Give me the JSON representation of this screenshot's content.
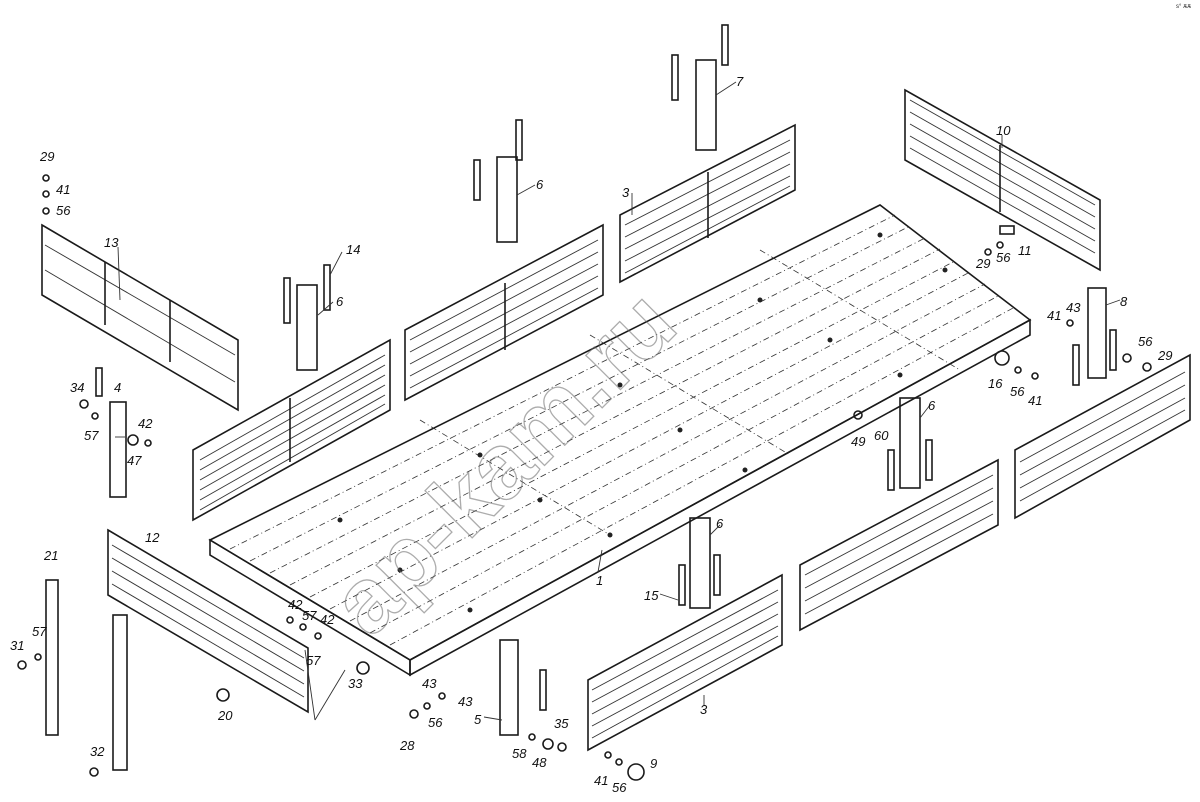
{
  "watermark": "ap-kam.ru",
  "corner_mark": "s° ѫѫ",
  "callouts": [
    {
      "id": "lbl-29a",
      "text": "29"
    },
    {
      "id": "lbl-41a",
      "text": "41"
    },
    {
      "id": "lbl-56a",
      "text": "56"
    },
    {
      "id": "lbl-13",
      "text": "13"
    },
    {
      "id": "lbl-14",
      "text": "14"
    },
    {
      "id": "lbl-6a",
      "text": "6"
    },
    {
      "id": "lbl-6b",
      "text": "6"
    },
    {
      "id": "lbl-7",
      "text": "7"
    },
    {
      "id": "lbl-3a",
      "text": "3"
    },
    {
      "id": "lbl-10",
      "text": "10"
    },
    {
      "id": "lbl-11",
      "text": "11"
    },
    {
      "id": "lbl-29b",
      "text": "29"
    },
    {
      "id": "lbl-56b",
      "text": "56"
    },
    {
      "id": "lbl-8",
      "text": "8"
    },
    {
      "id": "lbl-43a",
      "text": "43"
    },
    {
      "id": "lbl-41b",
      "text": "41"
    },
    {
      "id": "lbl-56c",
      "text": "56"
    },
    {
      "id": "lbl-29c",
      "text": "29"
    },
    {
      "id": "lbl-16",
      "text": "16"
    },
    {
      "id": "lbl-56d",
      "text": "56"
    },
    {
      "id": "lbl-41c",
      "text": "41"
    },
    {
      "id": "lbl-49",
      "text": "49"
    },
    {
      "id": "lbl-60",
      "text": "60"
    },
    {
      "id": "lbl-6c",
      "text": "6"
    },
    {
      "id": "lbl-34",
      "text": "34"
    },
    {
      "id": "lbl-4",
      "text": "4"
    },
    {
      "id": "lbl-57a",
      "text": "57"
    },
    {
      "id": "lbl-42a",
      "text": "42"
    },
    {
      "id": "lbl-47",
      "text": "47"
    },
    {
      "id": "lbl-12",
      "text": "12"
    },
    {
      "id": "lbl-21",
      "text": "21"
    },
    {
      "id": "lbl-1",
      "text": "1"
    },
    {
      "id": "lbl-6d",
      "text": "6"
    },
    {
      "id": "lbl-15",
      "text": "15"
    },
    {
      "id": "lbl-57b",
      "text": "57"
    },
    {
      "id": "lbl-31",
      "text": "31"
    },
    {
      "id": "lbl-42b",
      "text": "42"
    },
    {
      "id": "lbl-57c",
      "text": "57"
    },
    {
      "id": "lbl-42c",
      "text": "42"
    },
    {
      "id": "lbl-57d",
      "text": "57"
    },
    {
      "id": "lbl-33",
      "text": "33"
    },
    {
      "id": "lbl-20",
      "text": "20"
    },
    {
      "id": "lbl-43b",
      "text": "43"
    },
    {
      "id": "lbl-56e",
      "text": "56"
    },
    {
      "id": "lbl-43c",
      "text": "43"
    },
    {
      "id": "lbl-28",
      "text": "28"
    },
    {
      "id": "lbl-5",
      "text": "5"
    },
    {
      "id": "lbl-35",
      "text": "35"
    },
    {
      "id": "lbl-3b",
      "text": "3"
    },
    {
      "id": "lbl-58",
      "text": "58"
    },
    {
      "id": "lbl-48",
      "text": "48"
    },
    {
      "id": "lbl-32",
      "text": "32"
    },
    {
      "id": "lbl-41d",
      "text": "41"
    },
    {
      "id": "lbl-56f",
      "text": "56"
    },
    {
      "id": "lbl-9",
      "text": "9"
    }
  ]
}
